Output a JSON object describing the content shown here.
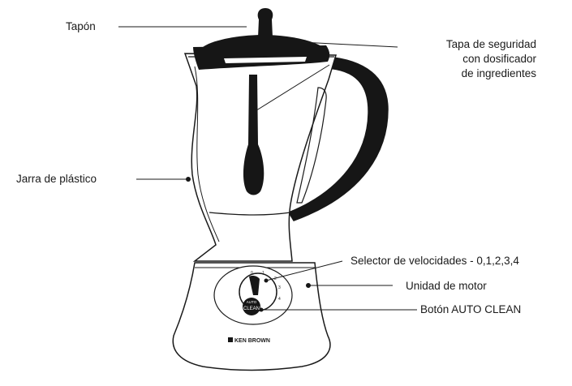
{
  "labels": {
    "tapon": "Tapón",
    "tapa_l1": "Tapa de seguridad",
    "tapa_l2": "con dosificador",
    "tapa_l3": "de ingredientes",
    "jarra": "Jarra de plástico",
    "selector": "Selector de  velocidades - 0,1,2,3,4",
    "motor": "Unidad de motor",
    "boton": "Botón AUTO CLEAN"
  },
  "device": {
    "brand": "KEN BROWN",
    "button_small": "AUTO",
    "button_big": "CLEAN",
    "dial_marks": [
      "0",
      "1",
      "2",
      "3",
      "4"
    ]
  },
  "colors": {
    "ink": "#1a1a1a",
    "fill": "#161616"
  }
}
